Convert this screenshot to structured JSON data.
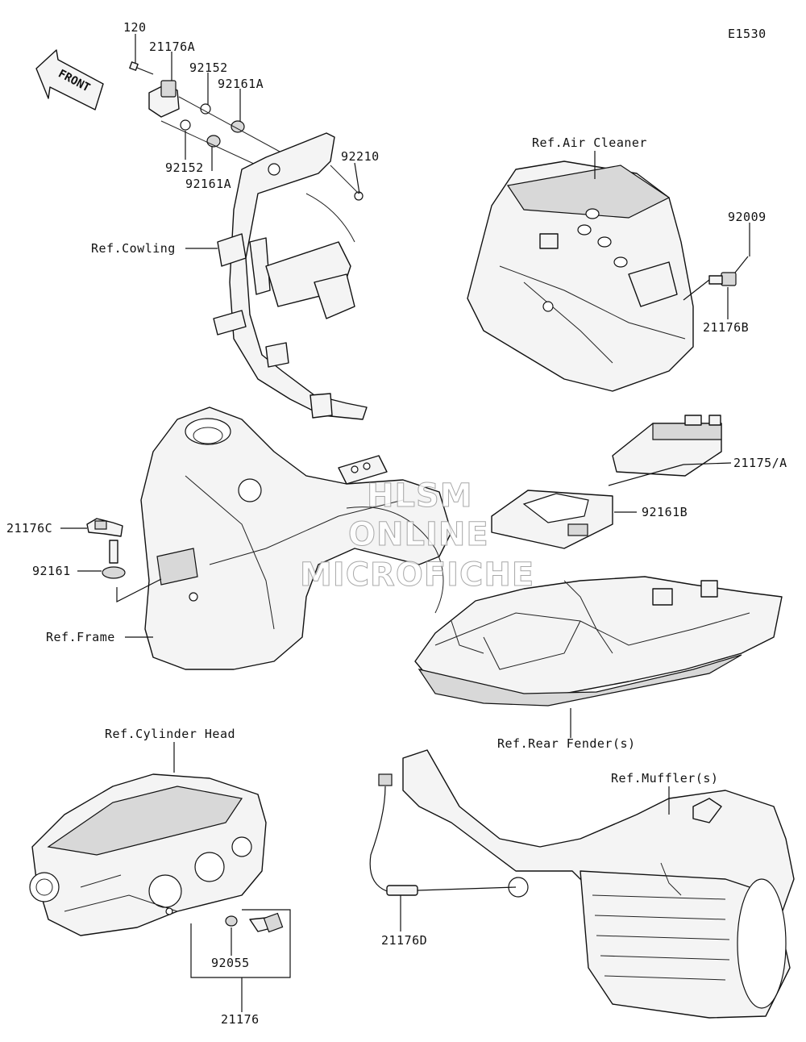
{
  "diagram_code": "E1530",
  "front_label": "FRONT",
  "watermark": [
    "HLSM",
    "ONLINE",
    "MICROFICHE"
  ],
  "callouts": {
    "p120": "120",
    "p21176A": "21176A",
    "p92152_top": "92152",
    "p92161A_top": "92161A",
    "p92152_bottom": "92152",
    "p92161A_bottom": "92161A",
    "p92210": "92210",
    "ref_cowling": "Ref.Cowling",
    "ref_air_cleaner": "Ref.Air Cleaner",
    "p92009": "92009",
    "p21176B": "21176B",
    "p21175A": "21175/A",
    "p92161B": "92161B",
    "p21176C": "21176C",
    "p92161": "92161",
    "ref_frame": "Ref.Frame",
    "ref_rear_fender": "Ref.Rear Fender(s)",
    "ref_cylinder_head": "Ref.Cylinder Head",
    "ref_muffler": "Ref.Muffler(s)",
    "p92055": "92055",
    "p21176": "21176",
    "p21176D": "21176D"
  }
}
